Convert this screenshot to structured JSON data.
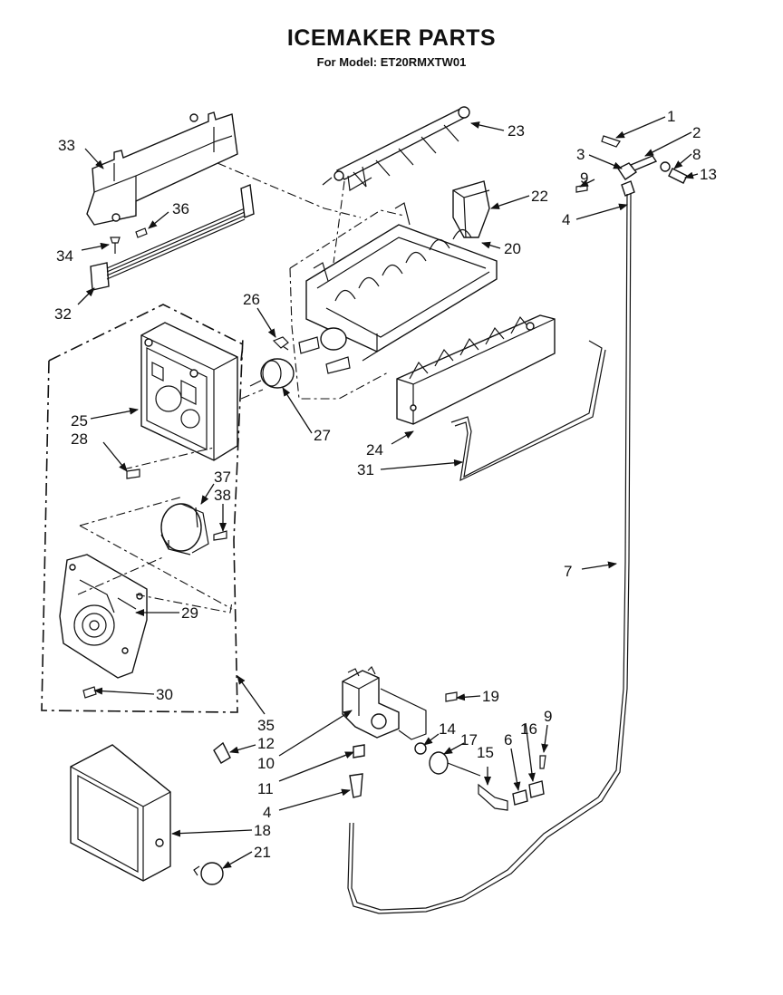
{
  "header": {
    "title": "ICEMAKER PARTS",
    "subtitle": "For Model: ET20RMXTW01"
  },
  "callouts": [
    "1",
    "2",
    "3",
    "8",
    "9",
    "13",
    "22",
    "4",
    "20",
    "23",
    "33",
    "36",
    "34",
    "32",
    "26",
    "25",
    "28",
    "27",
    "24",
    "31",
    "37",
    "38",
    "29",
    "30",
    "35",
    "7",
    "19",
    "9",
    "14",
    "17",
    "16",
    "6",
    "15",
    "12",
    "10",
    "11",
    "4",
    "18",
    "21"
  ]
}
